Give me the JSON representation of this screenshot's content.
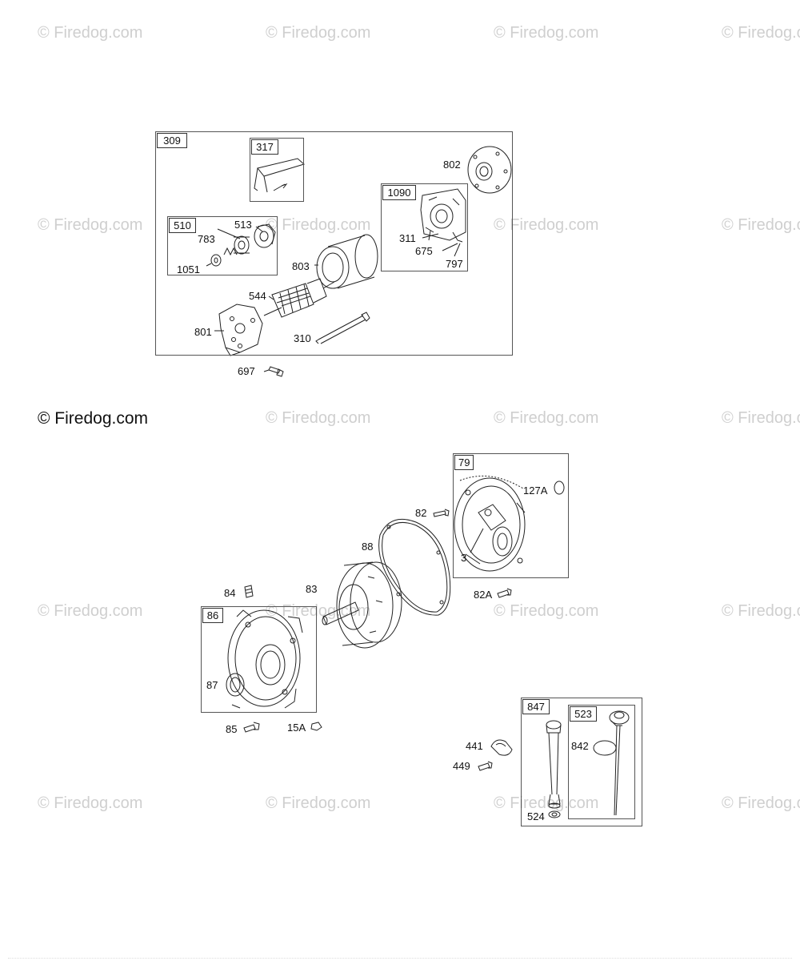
{
  "watermark": "© Firedog.com",
  "watermark_main": "© Firedog.com",
  "assemblies": {
    "a309": "309",
    "a317": "317",
    "a510": "510",
    "a1090": "1090",
    "a79": "79",
    "a86": "86",
    "a847": "847",
    "a523": "523"
  },
  "parts": {
    "p802": "802",
    "p513": "513",
    "p783": "783",
    "p1051": "1051",
    "p803": "803",
    "p311": "311",
    "p675": "675",
    "p797": "797",
    "p544": "544",
    "p801": "801",
    "p310": "310",
    "p697": "697",
    "p127A": "127A",
    "p82": "82",
    "p88": "88",
    "p3": "3",
    "p82A": "82A",
    "p83": "83",
    "p84": "84",
    "p87": "87",
    "p85": "85",
    "p15A": "15A",
    "p441": "441",
    "p449": "449",
    "p842": "842",
    "p524": "524"
  }
}
